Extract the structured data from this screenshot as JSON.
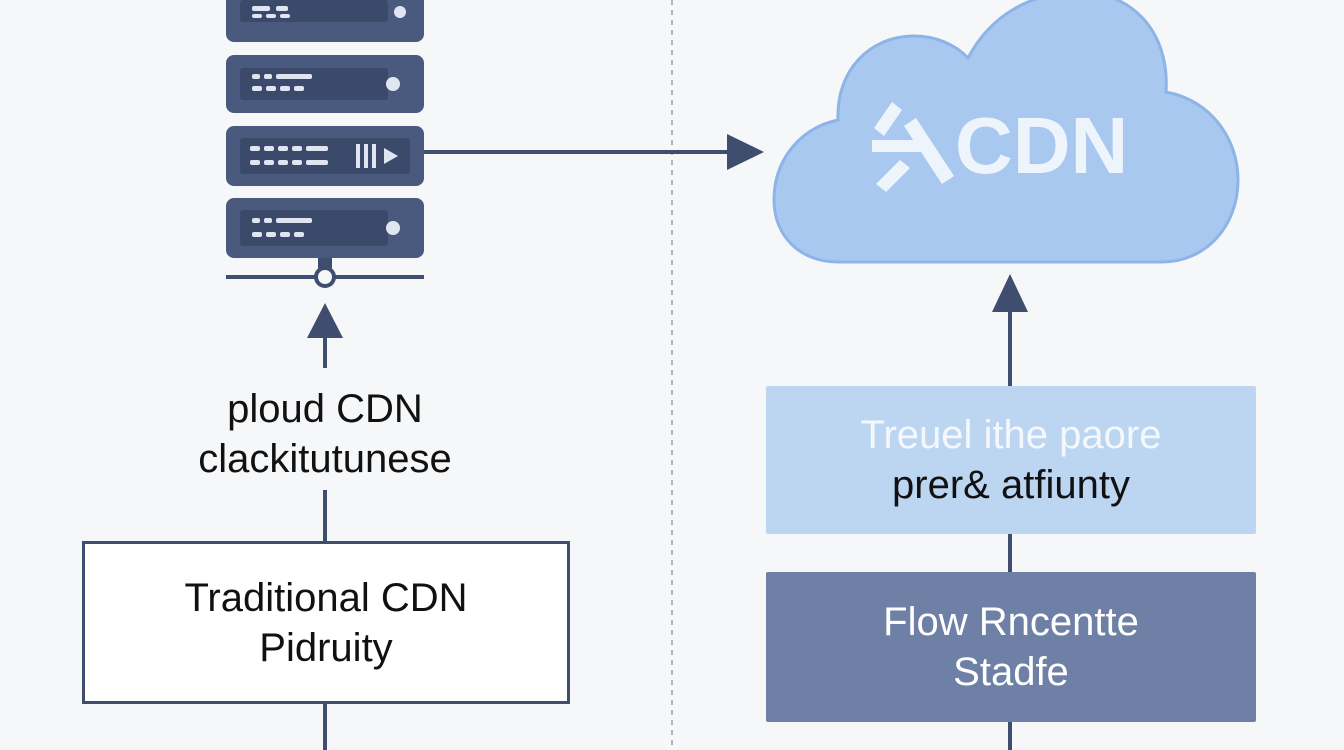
{
  "left": {
    "caption_line1": "ploud CDN",
    "caption_line2": "clackitutunese",
    "box_line1": "Traditional CDN",
    "box_line2": "Pidruity"
  },
  "right": {
    "cloud_label": "CDN",
    "box1_line1": "Treuel ithe paore",
    "box1_line2": "prer& atfiunty",
    "box2_line1": "Flow Rncentte",
    "box2_line2": "Stadfe"
  },
  "colors": {
    "server": "#4a5a7e",
    "server_dark": "#3b4a6b",
    "line": "#3f4d6e",
    "cloud": "#a9c8ef",
    "cloud_edge": "#8db4e6",
    "light_box": "#bcd6f2",
    "dark_box": "#6f80a6",
    "divider": "#9aa0a8"
  },
  "icons": [
    "server-rack-icon",
    "cloud-icon",
    "cdn-logo-icon"
  ]
}
